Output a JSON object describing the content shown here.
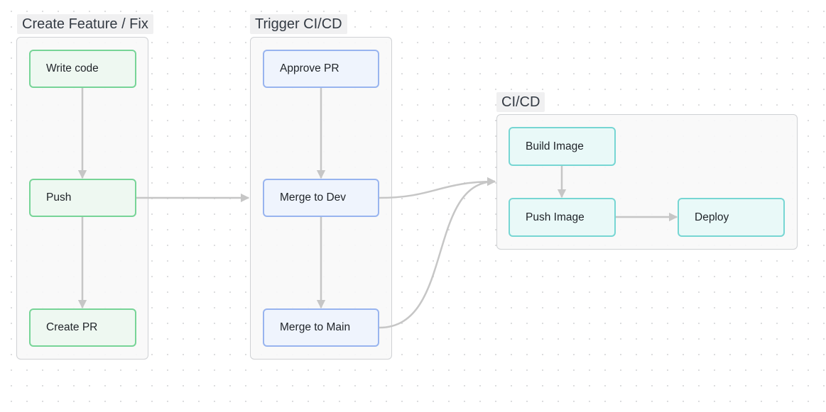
{
  "groups": {
    "create_feature": {
      "label": "Create Feature / Fix"
    },
    "trigger_cicd": {
      "label": "Trigger CI/CD"
    },
    "cicd": {
      "label": "CI/CD"
    }
  },
  "nodes": {
    "write_code": "Write code",
    "push": "Push",
    "create_pr": "Create PR",
    "approve_pr": "Approve PR",
    "merge_dev": "Merge to Dev",
    "merge_main": "Merge to Main",
    "build_image": "Build Image",
    "push_image": "Push Image",
    "deploy": "Deploy"
  },
  "edges": [
    {
      "from": "Write code",
      "to": "Push"
    },
    {
      "from": "Push",
      "to": "Create PR"
    },
    {
      "from": "Push",
      "to": "Trigger CI/CD"
    },
    {
      "from": "Approve PR",
      "to": "Merge to Dev"
    },
    {
      "from": "Merge to Dev",
      "to": "Merge to Main"
    },
    {
      "from": "Merge to Dev",
      "to": "CI/CD"
    },
    {
      "from": "Merge to Main",
      "to": "CI/CD"
    },
    {
      "from": "Build Image",
      "to": "Push Image"
    },
    {
      "from": "Push Image",
      "to": "Deploy"
    }
  ],
  "colors": {
    "green_fill": "#eef8f1",
    "green_border": "#77d497",
    "blue_fill": "#eff4fd",
    "blue_border": "#98b4ef",
    "teal_fill": "#e9f9f8",
    "teal_border": "#77d6d3",
    "edge": "#c6c6c6"
  }
}
